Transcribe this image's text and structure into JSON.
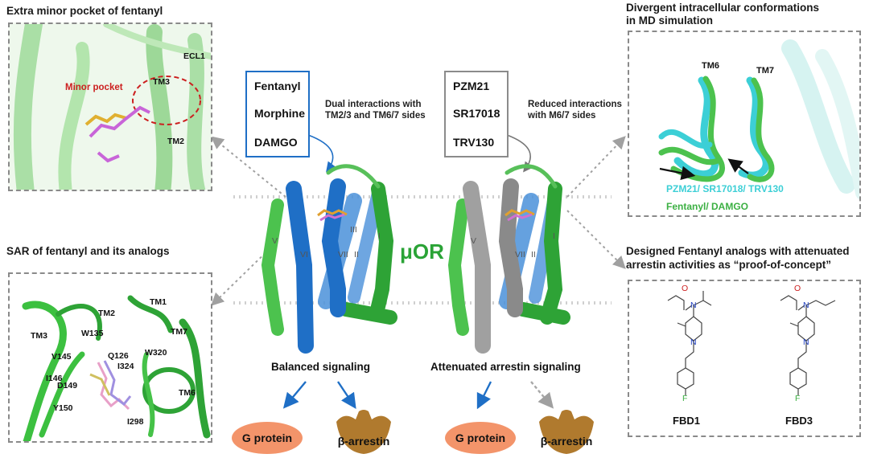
{
  "top_left": {
    "heading": "Extra minor pocket of fentanyl",
    "labels": {
      "minor_pocket": "Minor pocket",
      "ecl1": "ECL1",
      "tm3": "TM3",
      "tm2": "TM2"
    }
  },
  "bottom_left": {
    "heading": "SAR of fentanyl and its analogs",
    "labels": {
      "tm2": "TM2",
      "tm1": "TM1",
      "tm3": "TM3",
      "tm7": "TM7",
      "tm6": "TM6",
      "w135": "W135",
      "v145": "V145",
      "q126": "Q126",
      "w320": "W320",
      "i324": "I324",
      "i146": "I146",
      "d149": "D149",
      "y150": "Y150",
      "i298": "I298"
    }
  },
  "top_right": {
    "heading_line1": "Divergent intracellular conformations",
    "heading_line2": "in MD simulation",
    "labels": {
      "tm6": "TM6",
      "tm7": "TM7"
    },
    "legend_cyan": "PZM21/ SR17018/ TRV130",
    "legend_green": "Fentanyl/ DAMGO"
  },
  "bottom_right": {
    "heading_line1": "Designed Fentanyl analogs with attenuated",
    "heading_line2": "arrestin activities as “proof-of-concept”",
    "atom_o": "O",
    "atom_n": "N",
    "atom_f": "F",
    "compounds": [
      "FBD1",
      "FBD3"
    ]
  },
  "center": {
    "receptor_label": "μOR",
    "left_ligands": [
      "Fentanyl",
      "Morphine",
      "DAMGO"
    ],
    "left_note_line1": "Dual interactions with",
    "left_note_line2": "TM2/3 and TM6/7 sides",
    "right_ligands": [
      "PZM21",
      "SR17018",
      "TRV130"
    ],
    "right_note_line1": "Reduced interactions",
    "right_note_line2": "with M6/7 sides",
    "helix_labels": {
      "v": "V",
      "vi": "VI",
      "vii": "VII",
      "iii": "III",
      "ii": "II",
      "i": "I"
    },
    "left_signal": "Balanced signaling",
    "right_signal": "Attenuated arrestin signaling",
    "g_protein": "G protein",
    "arrestin": "β-arrestin"
  },
  "colors": {
    "blue_helix": "#1f6fc6",
    "green_helix": "#3cb043",
    "grey_helix": "#9a9a9a",
    "g_protein": "#f3946a",
    "arrestin": "#b07a2e",
    "cyan": "#3ccfd6",
    "receptor_label": "#2aa336",
    "minor_pocket": "#cc1f1f"
  }
}
